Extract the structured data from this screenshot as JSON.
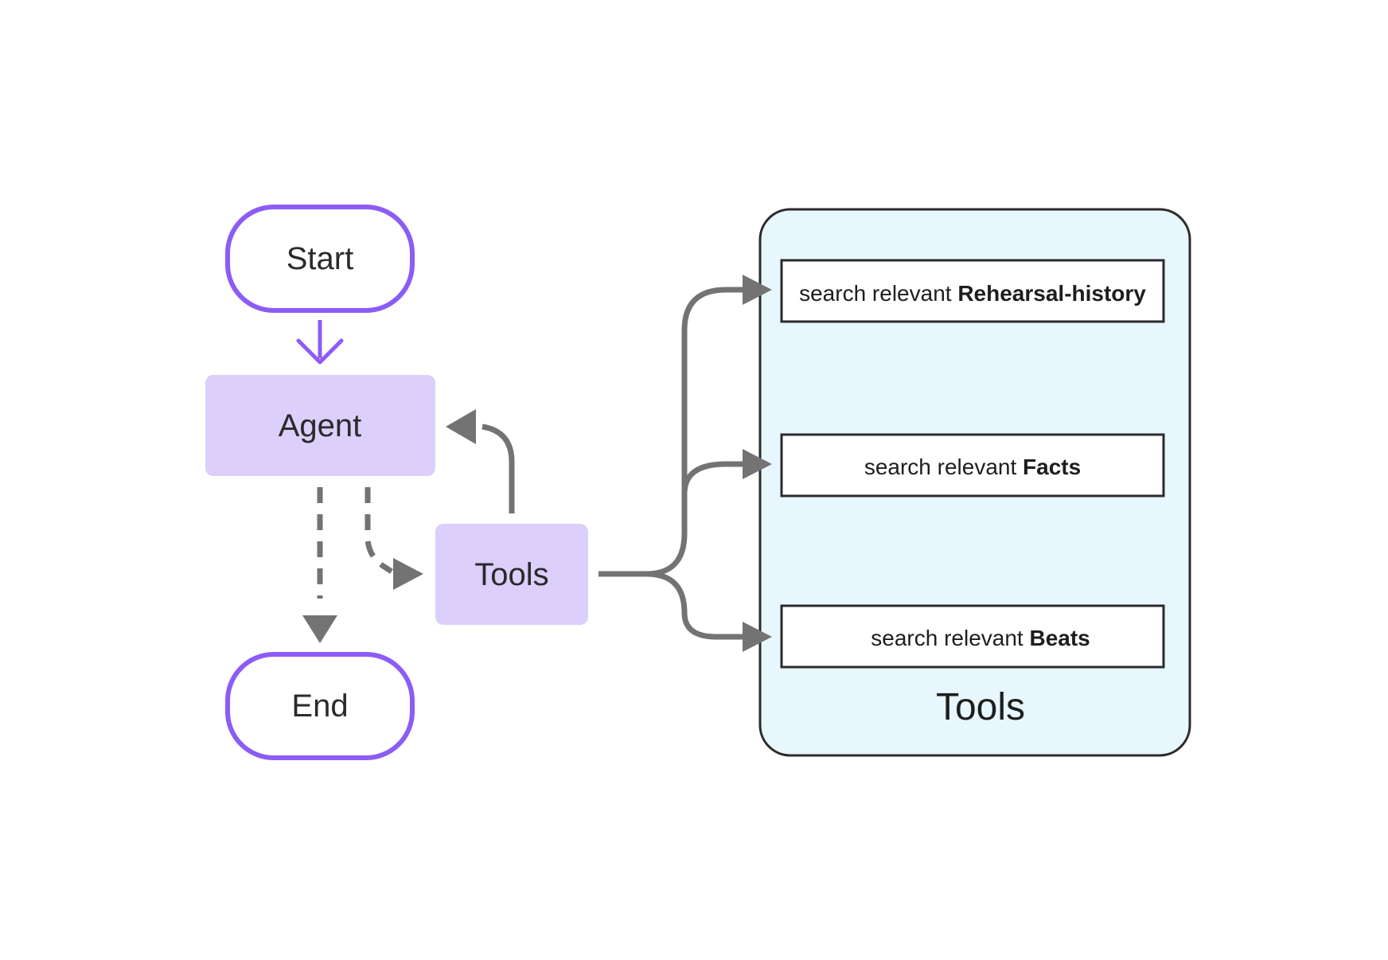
{
  "nodes": {
    "start": "Start",
    "agent": "Agent",
    "tools": "Tools",
    "end": "End"
  },
  "tools_panel": {
    "title": "Tools",
    "items": [
      {
        "prefix": "search relevant",
        "emphasis": "Rehearsal-history"
      },
      {
        "prefix": "search relevant",
        "emphasis": "Facts"
      },
      {
        "prefix": "search relevant",
        "emphasis": "Beats"
      }
    ]
  },
  "colors": {
    "terminal_border": "#8b5cf6",
    "process_fill": "#dccffb",
    "arrow": "#737373",
    "panel_fill": "#e8f7fd",
    "panel_border": "#2b2b2b"
  }
}
